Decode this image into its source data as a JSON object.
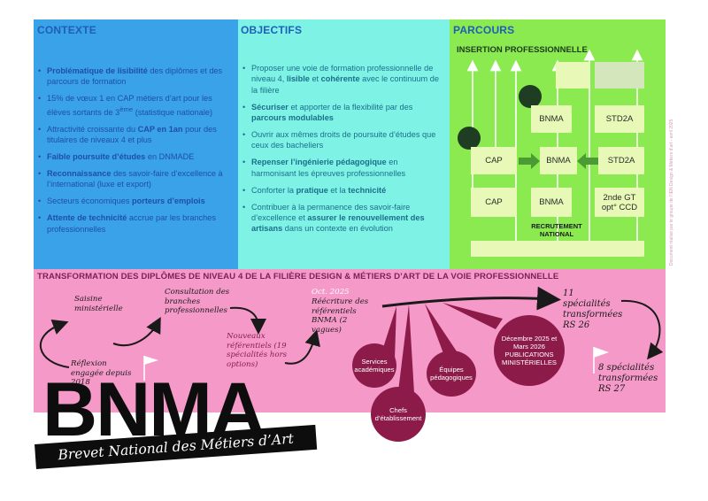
{
  "colors": {
    "context_bg": "#3aa2e8",
    "objectives_bg": "#7ff2e6",
    "parcours_bg": "#8bea4f",
    "transform_bg": "#f599c9",
    "bubble": "#8d1b4a",
    "header_blue": "#1e5fb8",
    "title_magenta": "#7b1f5a"
  },
  "context": {
    "title": "CONTEXTE",
    "items": [
      {
        "html": "<b>Problématique de lisibilité</b> des diplômes et des parcours de formation"
      },
      {
        "html": "15% de vœux 1 en CAP métiers d’art pour les élèves sortants de 3<sup>ème</sup> (statistique nationale)"
      },
      {
        "html": "Attractivité croissante du <b>CAP en 1an</b> pour des titulaires de niveaux 4 et plus"
      },
      {
        "html": "<b>Faible poursuite d’études</b> en DNMADE"
      },
      {
        "html": "<b>Reconnaissance</b> des savoir-faire d’excellence à l’international (luxe et export)"
      },
      {
        "html": "Secteurs économiques <b>porteurs d’emplois</b>"
      },
      {
        "html": "<b>Attente de technicité</b> accrue par les branches professionnelles"
      }
    ]
  },
  "objectives": {
    "title": "OBJECTIFS",
    "items": [
      {
        "html": "Proposer une voie de formation professionnelle de niveau 4, <b>lisible</b> et <b>cohérente</b> avec le continuum de la filière"
      },
      {
        "html": "<b>Sécuriser</b> et apporter de la flexibilité par des <b>parcours modulables</b>"
      },
      {
        "html": "Ouvrir aux mêmes droits de poursuite d’études que ceux des bacheliers"
      },
      {
        "html": "<b>Repenser l’ingénierie pédagogique</b> en harmonisant les épreuves professionnelles"
      },
      {
        "html": "Conforter la <b>pratique</b> et la <b>technicité</b>"
      },
      {
        "html": "Contribuer à la permanence des savoir-faire d’excellence et <b>assurer le renouvellement des artisans</b> dans un contexte en évolution"
      }
    ]
  },
  "parcours": {
    "title": "PARCOURS",
    "subtitle": "INSERTION PROFESSIONNELLE",
    "boxes": {
      "bnma_top": "BNMA",
      "std2a_top": "STD2A",
      "cap_mid": "CAP",
      "bnma_mid": "BNMA",
      "std2a_mid": "STD2A",
      "cap_bot": "CAP",
      "bnma_bot": "BNMA",
      "gt_bot": "2nde GT opt° CCD"
    },
    "recruitment": "RECRUTEMENT NATIONAL",
    "side_note": "Document réalisé par le groupe de l’IEN Design & Métiers d’art - avril 2025"
  },
  "transformation": {
    "title": "TRANSFORMATION DES DIPLÔMES DE NIVEAU 4 DE LA FILIÈRE DESIGN & MÉTIERS D’ART DE LA VOIE PROFESSIONNELLE",
    "saisine": "Saisine ministérielle",
    "reflexion": "Réflexion engagée depuis 2018",
    "consultation": "Consultation des branches professionnelles",
    "nouveaux": "Nouveaux référentiels (19 spécialités hors options)",
    "oct_date": "Oct. 2025",
    "oct_text": "Réécriture des référentiels BNMA (2 vagues)",
    "eleven": "11 spécialités transformées RS 26",
    "eight": "8 spécialités transformées RS 27",
    "bubbles": {
      "services": "Services académiques",
      "equipes": "Équipes pédagogiques",
      "chefs": "Chefs d’établissement",
      "decembre": "Décembre 2025 et Mars 2026 PUBLICATIONS MINISTÉRIELLES"
    }
  },
  "brand": {
    "acronym": "BNMA",
    "full_name": "Brevet National des Métiers d’Art"
  }
}
